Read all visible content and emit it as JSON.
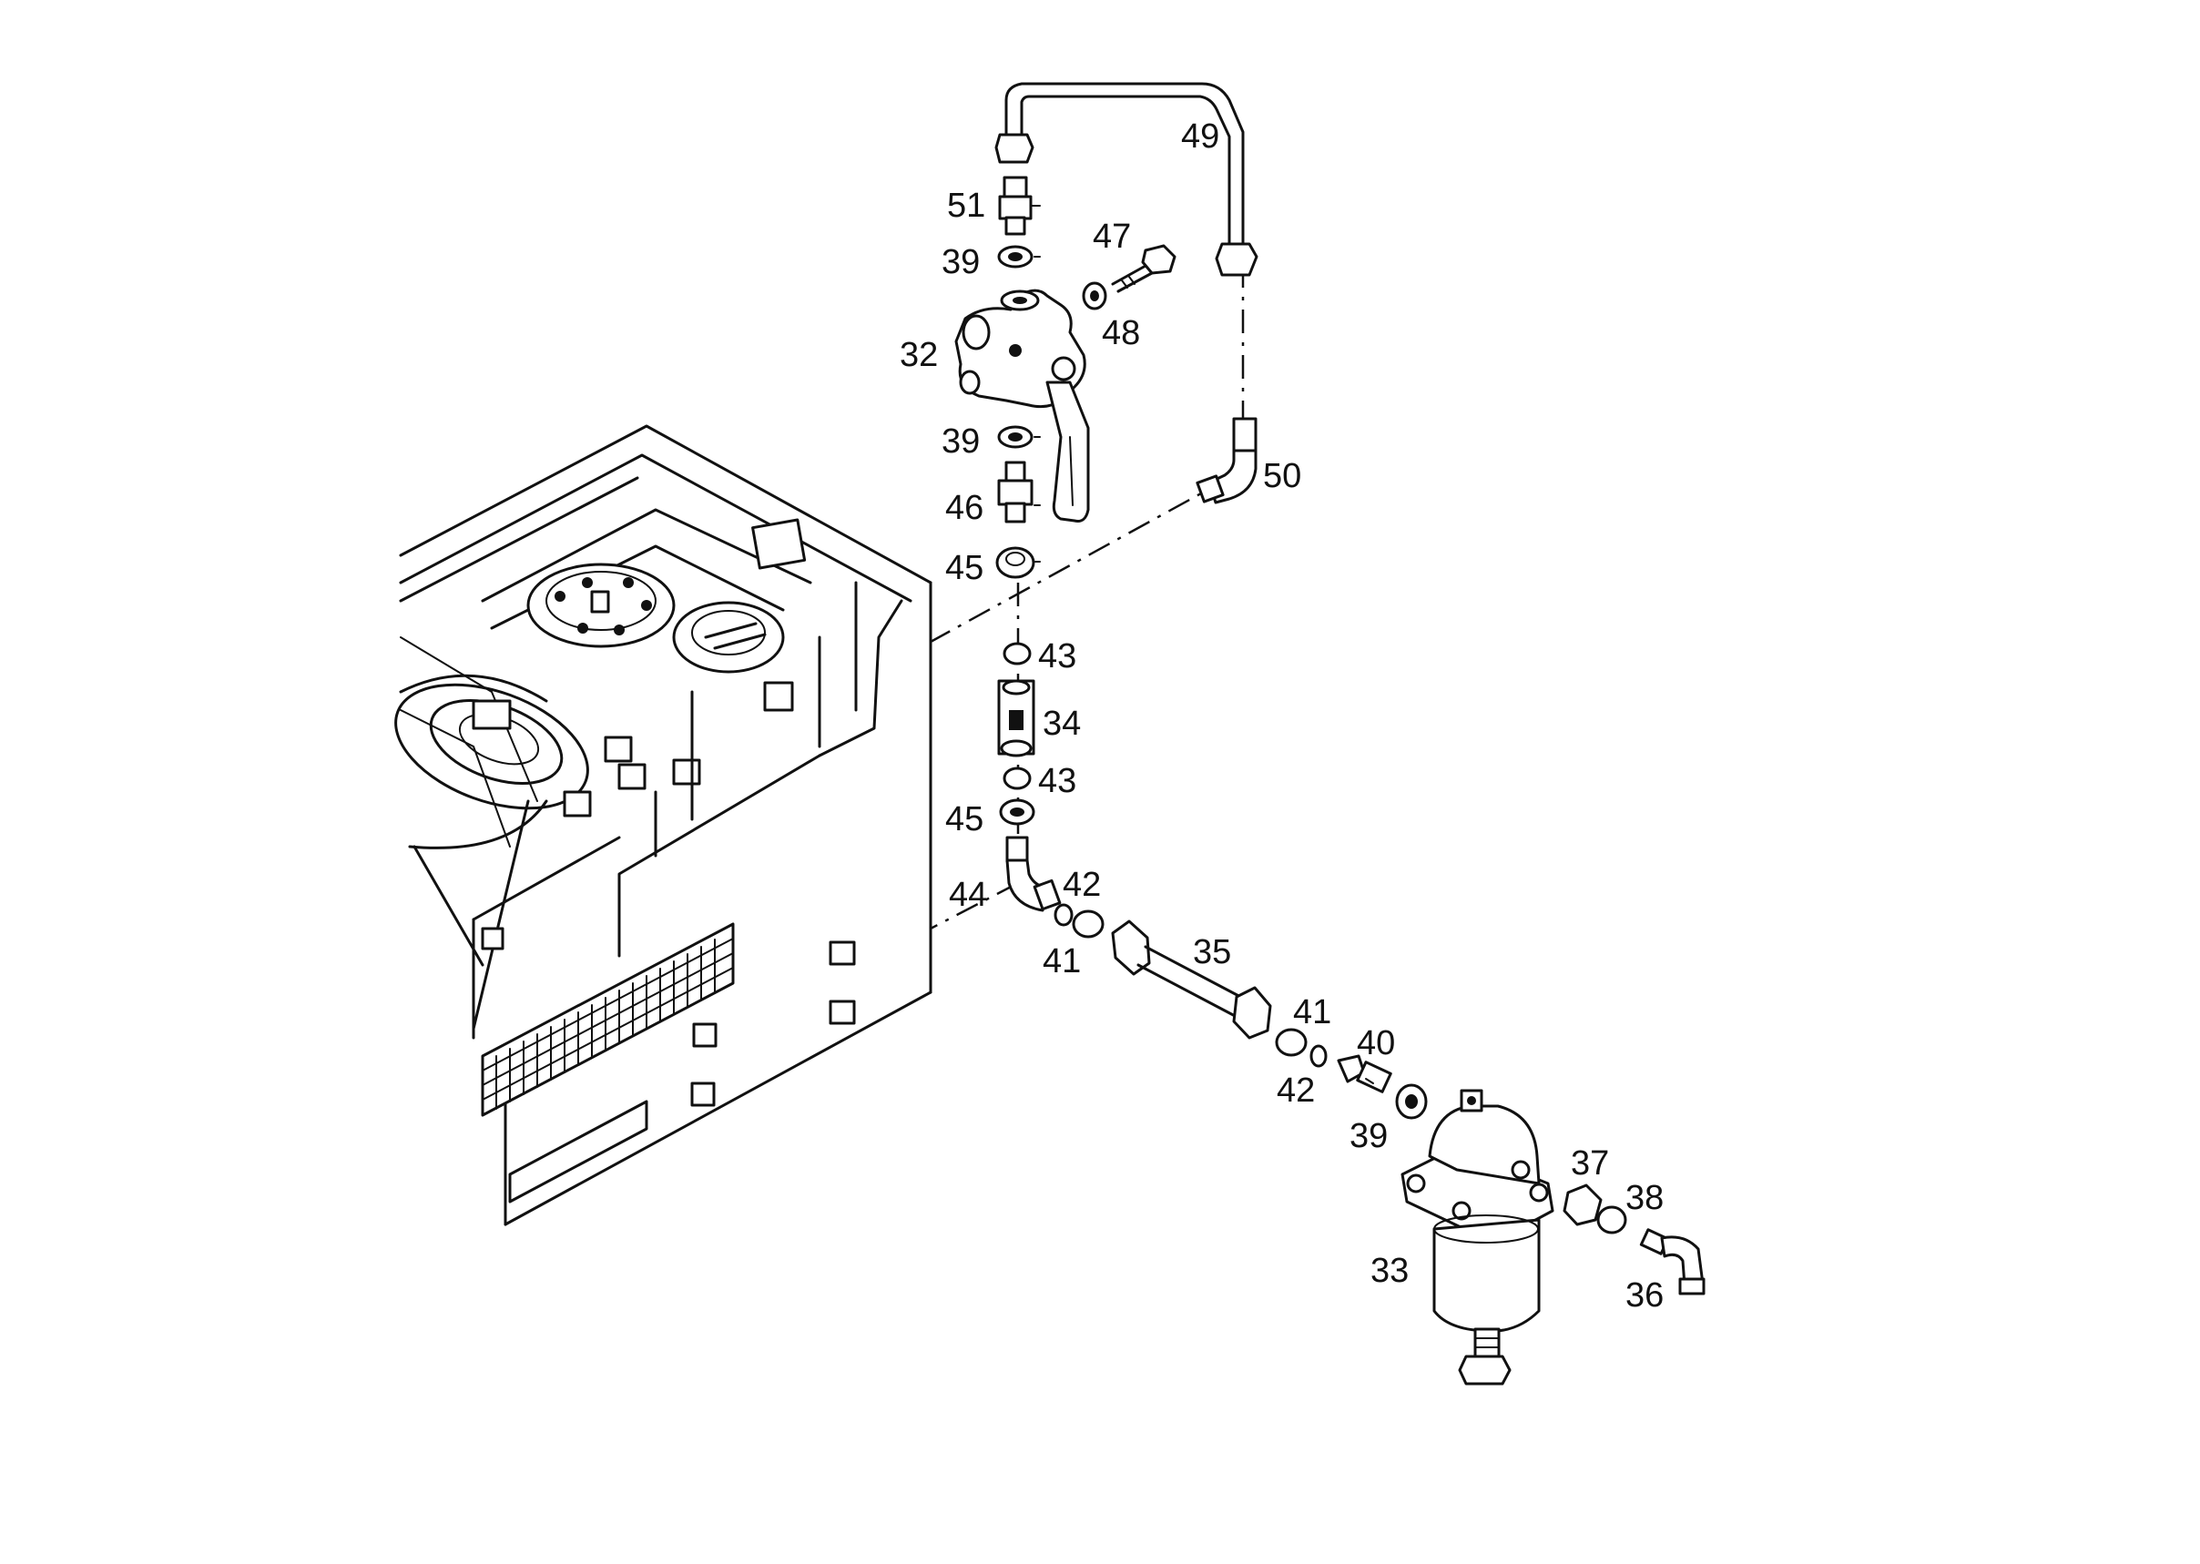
{
  "callouts": {
    "c49": "49",
    "c51": "51",
    "c47": "47",
    "c39a": "39",
    "c48": "48",
    "c32": "32",
    "c39b": "39",
    "c50": "50",
    "c46": "46",
    "c45a": "45",
    "c43a": "43",
    "c34": "34",
    "c43b": "43",
    "c45b": "45",
    "c44": "44",
    "c42a": "42",
    "c41a": "41",
    "c35": "35",
    "c41b": "41",
    "c40": "40",
    "c42b": "42",
    "c39c": "39",
    "c37": "37",
    "c38": "38",
    "c33": "33",
    "c36": "36"
  }
}
